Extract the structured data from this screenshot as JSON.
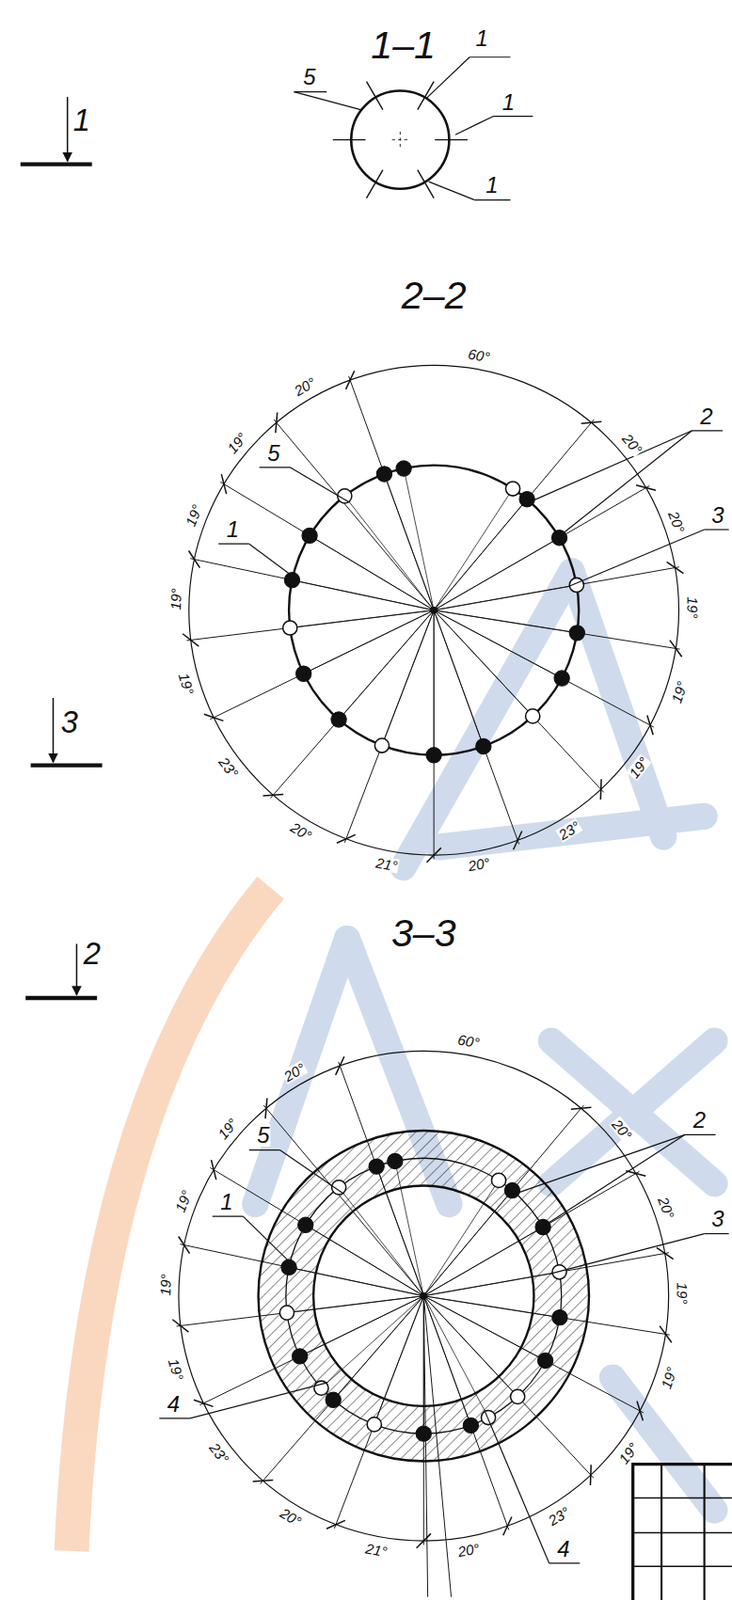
{
  "diagram": {
    "labels": [
      "1–1",
      "1",
      "5",
      "1",
      "1",
      "1",
      "2–2",
      "60°",
      "20°",
      "20°",
      "19°",
      "19°",
      "19°",
      "23°",
      "20°",
      "21°",
      "20°",
      "23°",
      "19°",
      "19°",
      "19°",
      "19°",
      "20°",
      "5",
      "1",
      "2",
      "3",
      "3",
      "2",
      "3–3",
      "60°",
      "20°",
      "20°",
      "19°",
      "19°",
      "19°",
      "23°",
      "20°",
      "21°",
      "20°",
      "23°",
      "19°",
      "19°",
      "19°",
      "19°",
      "20°",
      "5",
      "1",
      "2",
      "3",
      "4",
      "4"
    ]
  }
}
